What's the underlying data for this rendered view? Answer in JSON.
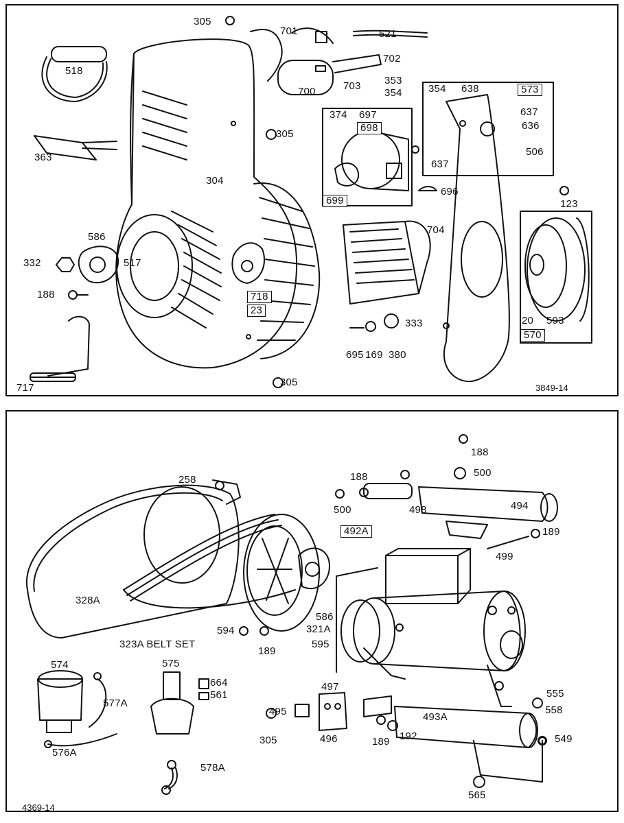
{
  "top_panel": {
    "figure_number": "3849-14",
    "callouts": {
      "p305a": "305",
      "p701": "701",
      "p521": "521",
      "p702": "702",
      "p518": "518",
      "p700": "700",
      "p703": "703",
      "p353": "353",
      "p354a": "354",
      "p354b": "354",
      "p638": "638",
      "p573": "573",
      "p374": "374",
      "p697": "697",
      "p698": "698",
      "p305b": "305",
      "p637a": "637",
      "p636": "636",
      "p363": "363",
      "p637b": "637",
      "p506": "506",
      "p304": "304",
      "p699": "699",
      "p696": "696",
      "p123": "123",
      "p586": "586",
      "p704": "704",
      "p332": "332",
      "p517": "517",
      "p188": "188",
      "p718": "718",
      "p23": "23",
      "p333": "333",
      "p20": "20",
      "p593": "593",
      "p570": "570",
      "p695": "695",
      "p169": "169",
      "p380": "380",
      "p717": "717",
      "p305c": "305"
    }
  },
  "bottom_panel": {
    "figure_number": "4369-14",
    "callouts": {
      "p188a": "188",
      "p258": "258",
      "p188b": "188",
      "p500a": "500",
      "p500b": "500",
      "p498": "498",
      "p494": "494",
      "p492a": "492A",
      "p189a": "189",
      "p499": "499",
      "p328a": "328A",
      "p586": "586",
      "p594": "594",
      "p321a": "321A",
      "p323a": "323A BELT SET",
      "p189b": "189",
      "p595": "595",
      "p574": "574",
      "p575": "575",
      "p664": "664",
      "p561": "561",
      "p577a": "577A",
      "p497": "497",
      "p555": "555",
      "p558": "558",
      "p495": "495",
      "p493a": "493A",
      "p549": "549",
      "p305": "305",
      "p496": "496",
      "p189c": "189",
      "p192": "192",
      "p576a": "576A",
      "p578a": "578A",
      "p565": "565"
    }
  }
}
